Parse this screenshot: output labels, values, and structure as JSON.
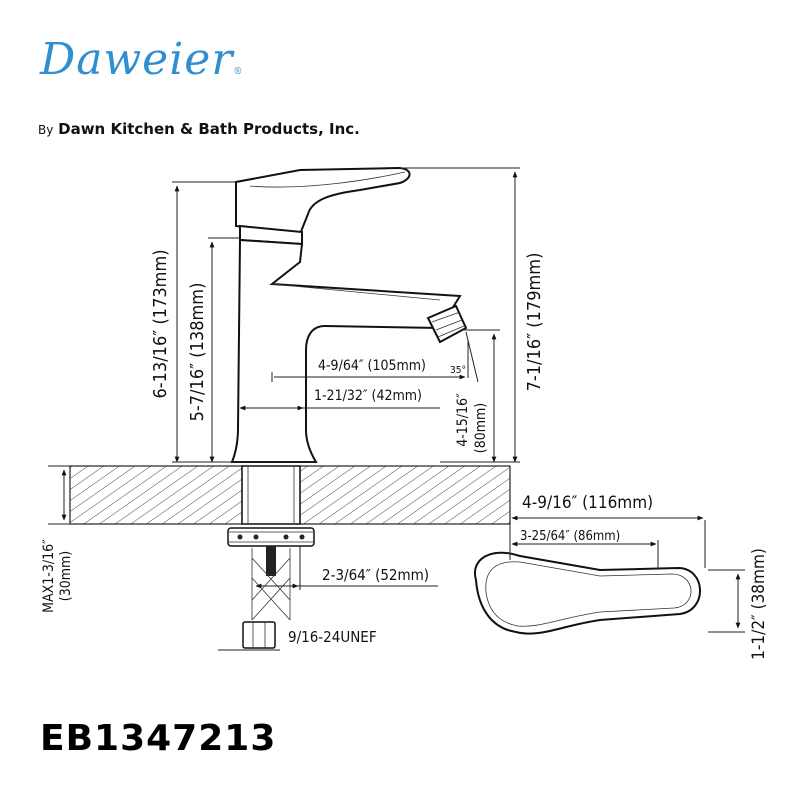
{
  "brand": {
    "logo_text": "Daweier",
    "registered_mark": "®",
    "byline_prefix": "By",
    "byline_company": "Dawn Kitchen & Bath Products, Inc."
  },
  "model": "EB1347213",
  "dimensions": {
    "overall_height": "7-1/16″ (179mm)",
    "height_to_handle": "6-13/16″ (173mm)",
    "height_to_body": "5-7/16″ (138mm)",
    "spout_reach": "4-9/64″ (105mm)",
    "spout_offset": "1-21/32″ (42mm)",
    "aerator_angle": "35°",
    "spout_height": "4-15/16″",
    "spout_height_mm": "(80mm)",
    "deck_thickness": "MAX1-3/16″",
    "deck_thickness_mm": "(30mm)",
    "shank_length": "2-3/64″ (52mm)",
    "thread": "9/16-24UNEF",
    "handle_length": "4-9/16″ (116mm)",
    "handle_grip": "3-25/64″ (86mm)",
    "handle_width": "1-1/2″ (38mm)"
  }
}
